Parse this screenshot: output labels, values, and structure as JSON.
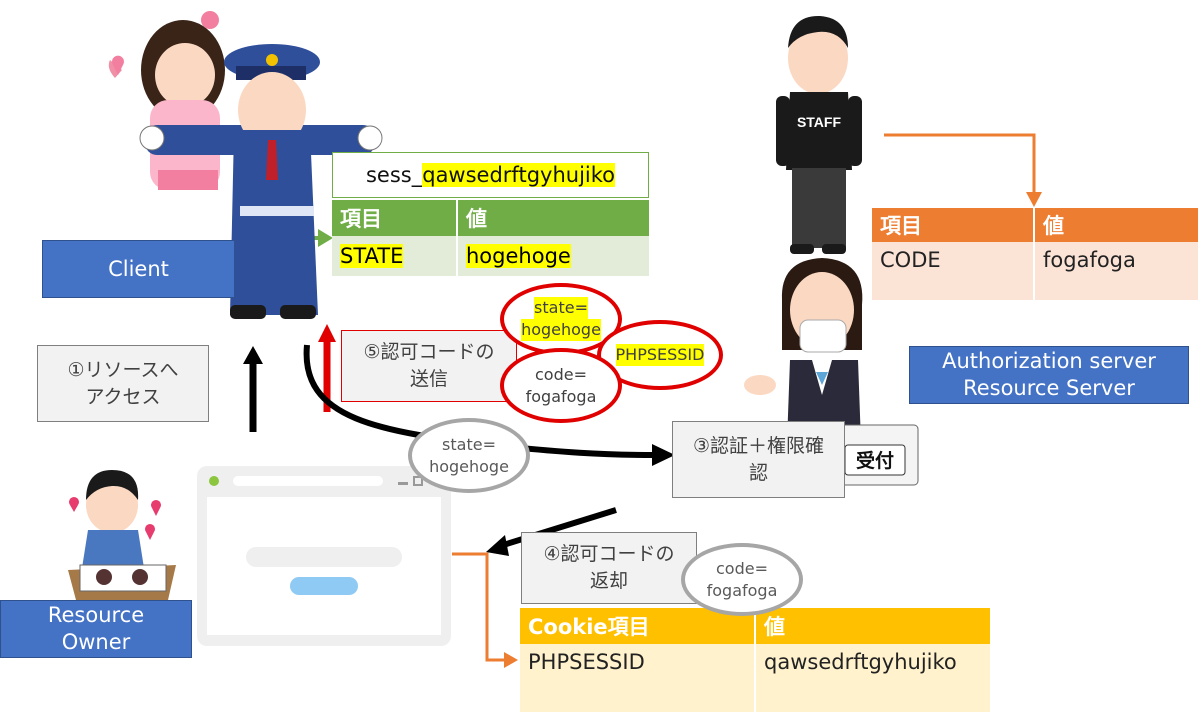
{
  "session_table": {
    "title_prefix": "sess_",
    "title_id": "qawsedrftgyhujiko",
    "header": [
      "項目",
      "値"
    ],
    "row": [
      "STATE",
      "hogehoge"
    ]
  },
  "auth_table": {
    "header": [
      "項目",
      "値"
    ],
    "row": [
      "CODE",
      "fogafoga"
    ]
  },
  "cookie_table": {
    "header": [
      "Cookie項目",
      "値"
    ],
    "row": [
      "PHPSESSID",
      "qawsedrftgyhujiko"
    ]
  },
  "labels": {
    "client": "Client",
    "resource_owner_1": "Resource",
    "resource_owner_2": "Owner",
    "auth_server_1": "Authorization server",
    "auth_server_2": "Resource Server"
  },
  "steps": {
    "step1_line1": "①リソースへ",
    "step1_line2": "アクセス",
    "step3_line1": "③認証＋権限確",
    "step3_line2": "認",
    "step4_line1": "④認可コードの",
    "step4_line2": "返却",
    "step5_line1": "⑤認可コードの",
    "step5_line2": "送信"
  },
  "bubbles": {
    "state_red_1": "state=",
    "state_red_2": "hogehoge",
    "phpsessid": "PHPSESSID",
    "code_red_1": "code=",
    "code_red_2": "fogafoga",
    "state_gray_1": "state=",
    "state_gray_2": "hogehoge",
    "code_gray_1": "code=",
    "code_gray_2": "fogafoga"
  },
  "illustrations": {
    "staff_shirt": "STAFF",
    "reception_sign": "受付"
  },
  "colors": {
    "green": "#70ad47",
    "orange": "#ed7d31",
    "gold": "#ffc000",
    "blue": "#4472c4",
    "red": "#e00000",
    "highlight": "#ffff00"
  }
}
